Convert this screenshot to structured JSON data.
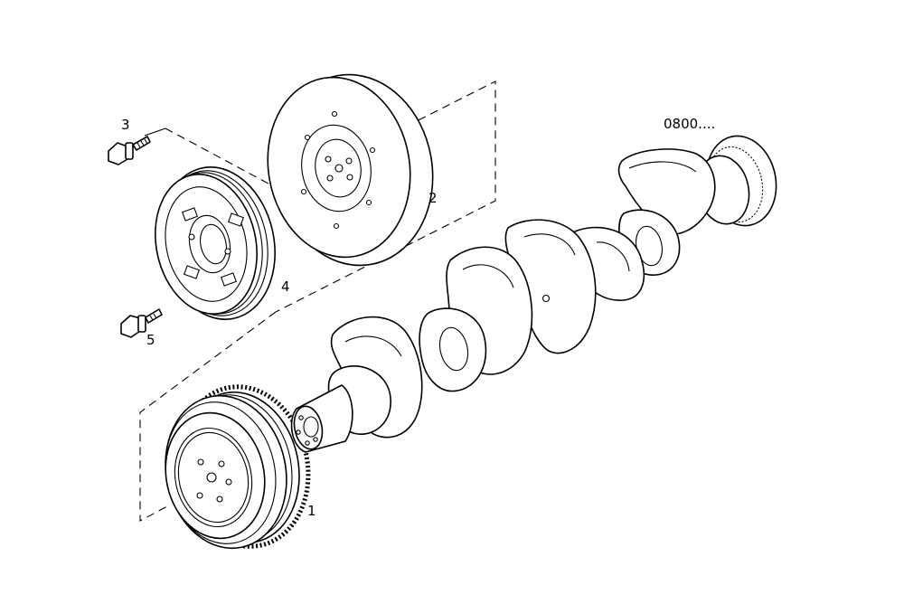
{
  "callouts": {
    "p1": "1",
    "p2": "2",
    "p3": "3",
    "p4": "4",
    "p5": "5",
    "ref": "0800...."
  },
  "colors": {
    "line": "#000000",
    "background": "#ffffff"
  }
}
